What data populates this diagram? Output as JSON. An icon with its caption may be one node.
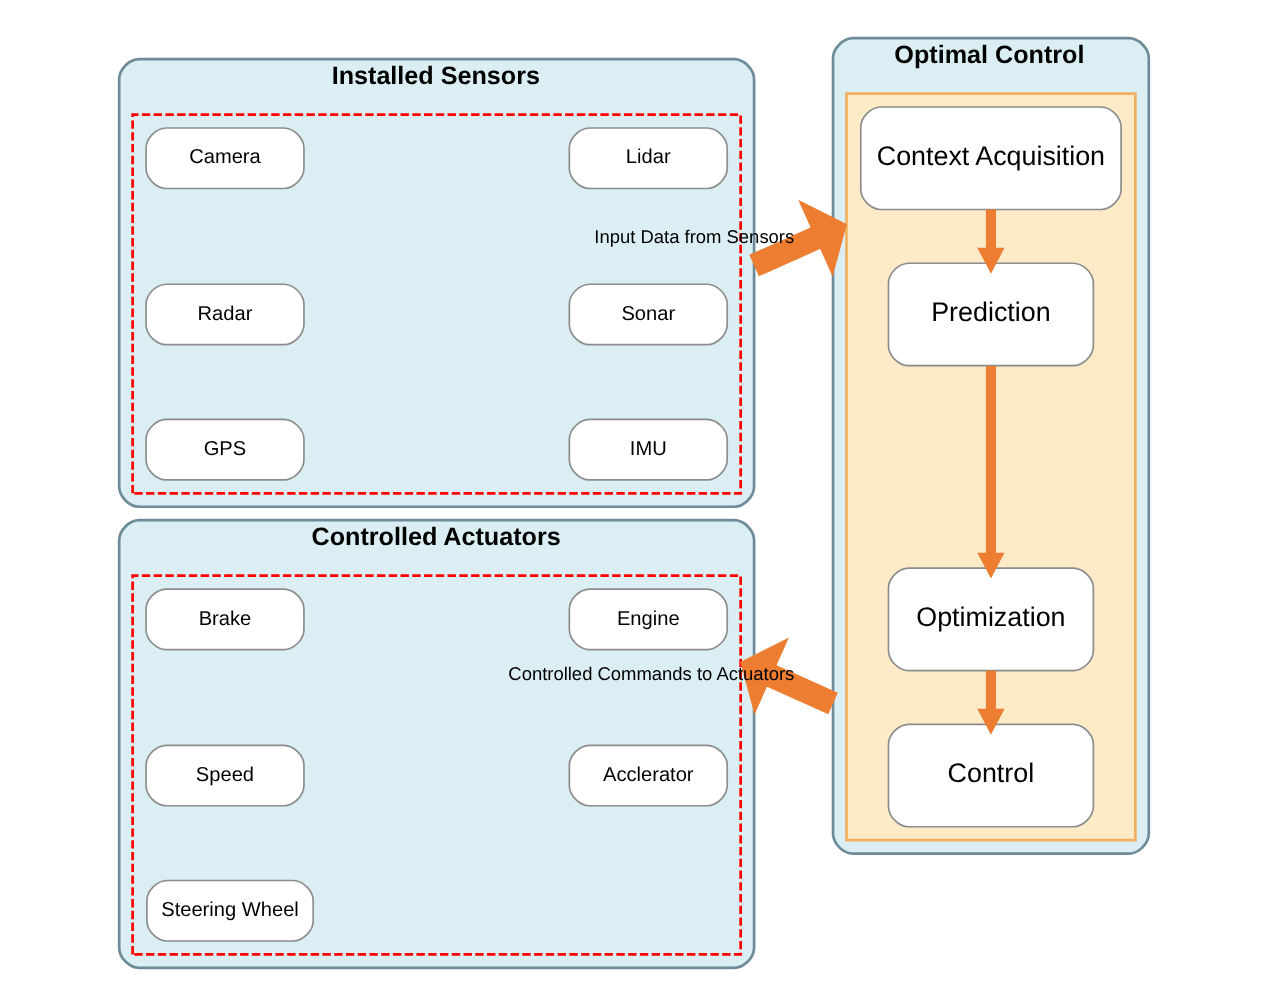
{
  "diagram": {
    "nodes": [
      {
        "text": [
          "Installed Sensors"
        ]
      },
      {
        "text": [],
        "shape": "box",
        "in": 0
      },
      {
        "text": [
          "Camera"
        ],
        "in": 1
      },
      {
        "text": [
          "Lidar"
        ],
        "in": 1
      },
      {
        "text": [
          "Radar"
        ],
        "in": 1
      },
      {
        "text": [
          "Sonar"
        ],
        "in": 1
      },
      {
        "text": [
          "GPS"
        ],
        "in": 1
      },
      {
        "text": [
          "IMU"
        ],
        "in": 1
      },
      {
        "text": [
          "Optimal Control"
        ]
      },
      {
        "text": [],
        "shape": "box",
        "in": 8
      },
      {
        "text": [
          "Context Acquisition"
        ],
        "in": 9
      },
      {
        "text": [
          "Prediction"
        ],
        "in": 9
      },
      {
        "text": [
          "Optimization"
        ],
        "in": 9
      },
      {
        "text": [
          "Control"
        ],
        "in": 9
      },
      {
        "text": [
          "Controlled Actuators"
        ]
      },
      {
        "text": [],
        "shape": "box",
        "in": 14
      },
      {
        "text": [
          "Brake"
        ],
        "in": 15
      },
      {
        "text": [
          "Engine"
        ],
        "in": 15
      },
      {
        "text": [
          "Speed"
        ],
        "in": 15
      },
      {
        "text": [
          "Acclerator"
        ],
        "in": 15
      },
      {
        "text": [
          "Steering Wheel"
        ],
        "in": 15
      }
    ],
    "edges": [
      {
        "from": 0,
        "to": 8,
        "arrow": "to",
        "label": "Input Data from Sensors",
        "style": "thick"
      },
      {
        "from": 10,
        "to": 11,
        "arrow": "to"
      },
      {
        "from": 11,
        "to": 12,
        "arrow": "to"
      },
      {
        "from": 12,
        "to": 13,
        "arrow": "to"
      },
      {
        "from": 8,
        "to": 14,
        "arrow": "to",
        "label": "Controlled Commands to Actuators",
        "style": "thick"
      }
    ]
  }
}
